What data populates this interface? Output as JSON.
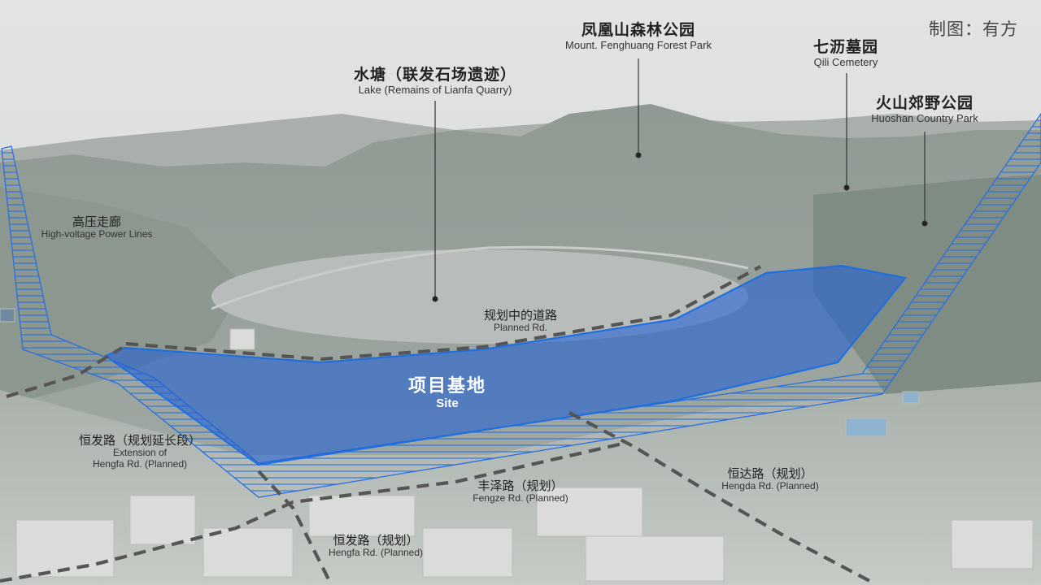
{
  "map": {
    "credit": "制图：有方",
    "colors": {
      "site_fill": "#1f5fd6",
      "site_outline": "#1f6fe0",
      "hatch": "#2a6fe0",
      "road_dash": "#555555",
      "label_text": "#222222"
    },
    "labels": {
      "fenghuang": {
        "zh": "凤凰山森林公园",
        "en": "Mount. Fenghuang Forest Park"
      },
      "qili": {
        "zh": "七沥墓园",
        "en": "Qili Cemetery"
      },
      "lake": {
        "zh": "水塘（联发石场遗迹）",
        "en": "Lake (Remains of Lianfa Quarry)"
      },
      "huoshan": {
        "zh": "火山郊野公园",
        "en": "Huoshan Country Park"
      },
      "powerlines": {
        "zh": "高压走廊",
        "en": "High-voltage Power Lines"
      },
      "planned_road": {
        "zh": "规划中的道路",
        "en": "Planned Rd."
      },
      "site": {
        "zh": "项目基地",
        "en": "Site"
      },
      "hengfa_ext": {
        "zh": "恒发路（规划延长段）",
        "en1": "Extension of",
        "en2": "Hengfa Rd. (Planned)"
      },
      "fengze": {
        "zh": "丰泽路（规划）",
        "en": "Fengze Rd. (Planned)"
      },
      "hengda": {
        "zh": "恒达路（规划）",
        "en": "Hengda Rd. (Planned)"
      },
      "hengfa": {
        "zh": "恒发路（规划）",
        "en": "Hengfa Rd. (Planned)"
      }
    }
  }
}
